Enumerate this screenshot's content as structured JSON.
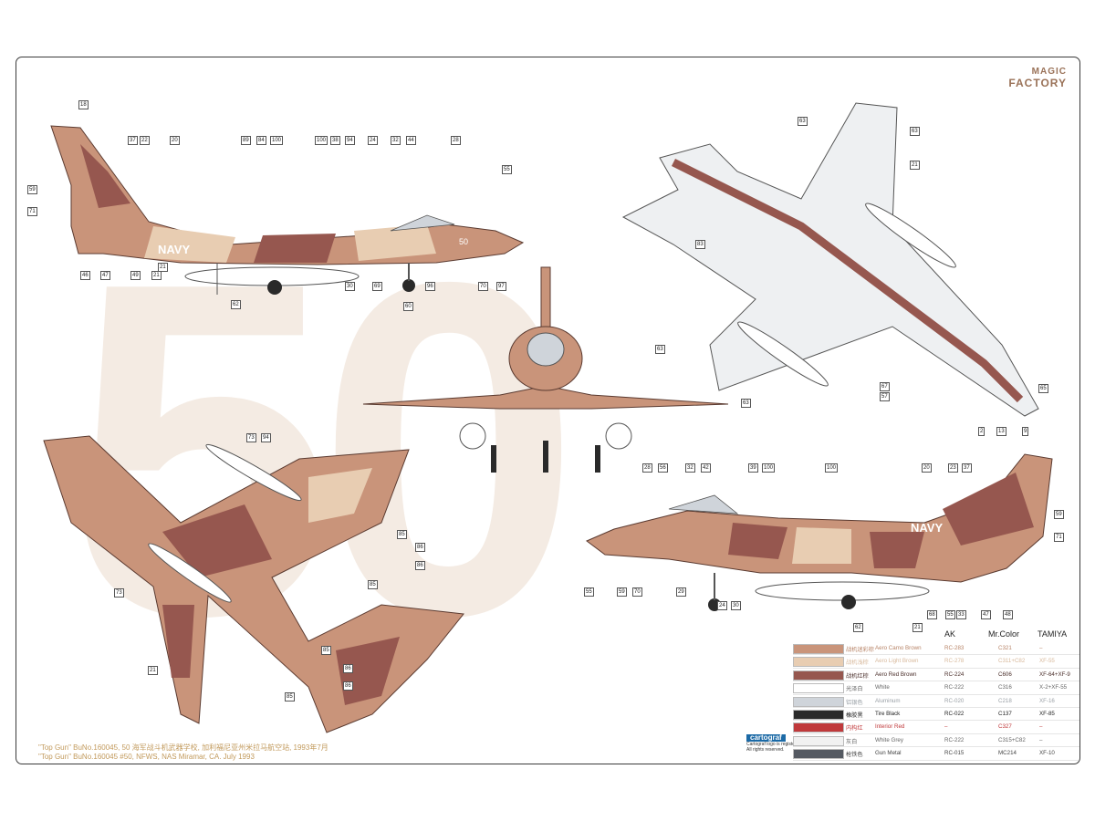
{
  "background_number": "50",
  "brand": {
    "line1": "MAGIC",
    "line2": "FACTORY"
  },
  "caption": {
    "line1": "\"Top Gun\" BuNo.160045, 50 海军战斗机武器学校, 加利福尼亚州米拉马航空站, 1993年7月",
    "line2": "\"Top Gun\" BuNo.160045 #50, NFWS, NAS Miramar, CA. July 1993"
  },
  "logo": {
    "name": "cartograf",
    "line1": "Cartograf logo is registered.",
    "line2": "All rights reserved."
  },
  "markings": {
    "side_text": "NAVY",
    "side_number": "50"
  },
  "colors": {
    "camo": "#c9947a",
    "light": "#e8cdb2",
    "red_brown": "#96574f",
    "white": "#ffffff",
    "aluminum": "#cfd4da",
    "tire": "#2a2a2a",
    "interior_red": "#c0393b",
    "white_grey": "#f1f1f1",
    "gun_metal": "#555a62"
  },
  "paint_table": {
    "headers": [
      "AK",
      "Mr.Color",
      "TAMIYA"
    ],
    "rows": [
      {
        "cn": "战机迷彩棕",
        "en": "Aero Camo Brown",
        "ak": "RC-283",
        "mr": "C321",
        "tm": "–",
        "color": "#c9947a",
        "text_color": "#b78366"
      },
      {
        "cn": "战机浅棕",
        "en": "Aero Light Brown",
        "ak": "RC-278",
        "mr": "C311+C82",
        "tm": "XF-55",
        "color": "#e8cdb2",
        "text_color": "#d8b99c"
      },
      {
        "cn": "战机红棕",
        "en": "Aero Red Brown",
        "ak": "RC-224",
        "mr": "C606",
        "tm": "XF-64+XF-9",
        "color": "#96574f",
        "text_color": "#4a2e2a"
      },
      {
        "cn": "光泽白",
        "en": "White",
        "ak": "RC-222",
        "mr": "C316",
        "tm": "X-2+XF-55",
        "color": "#ffffff",
        "text_color": "#666666"
      },
      {
        "cn": "铝银色",
        "en": "Aluminum",
        "ak": "RC-020",
        "mr": "C218",
        "tm": "XF-16",
        "color": "#cfd4da",
        "text_color": "#9aa0a6"
      },
      {
        "cn": "橡胶黑",
        "en": "Tire Black",
        "ak": "RC-022",
        "mr": "C137",
        "tm": "XF-85",
        "color": "#2a2a2a",
        "text_color": "#222222"
      },
      {
        "cn": "内构红",
        "en": "Interior Red",
        "ak": "–",
        "mr": "C327",
        "tm": "–",
        "color": "#c0393b",
        "text_color": "#c0393b"
      },
      {
        "cn": "灰白",
        "en": "White Grey",
        "ak": "RC-222",
        "mr": "C315+C82",
        "tm": "–",
        "color": "#f1f1f1",
        "text_color": "#666666"
      },
      {
        "cn": "枪铁色",
        "en": "Gun Metal",
        "ak": "RC-015",
        "mr": "MC214",
        "tm": "XF-10",
        "color": "#555a62",
        "text_color": "#444444"
      }
    ]
  },
  "callouts": {
    "side1": [
      "18",
      "59",
      "71",
      "37",
      "22",
      "20",
      "89",
      "84",
      "100",
      "100",
      "38",
      "94",
      "24",
      "32",
      "44",
      "28",
      "55",
      "21",
      "46",
      "47",
      "49",
      "21",
      "62",
      "30",
      "69",
      "60",
      "96",
      "70",
      "97"
    ],
    "top": [
      "63",
      "63",
      "21",
      "83",
      "63",
      "63",
      "67",
      "57",
      "65"
    ],
    "bottom": [
      "73",
      "94",
      "85",
      "86",
      "86",
      "85",
      "73",
      "21",
      "85",
      "86",
      "86",
      "85"
    ],
    "side2": [
      "2",
      "13",
      "9",
      "28",
      "56",
      "32",
      "42",
      "39",
      "100",
      "100",
      "20",
      "23",
      "37",
      "59",
      "71",
      "55",
      "59",
      "70",
      "29",
      "24",
      "30",
      "62",
      "21",
      "68",
      "33",
      "55",
      "47",
      "48"
    ]
  }
}
